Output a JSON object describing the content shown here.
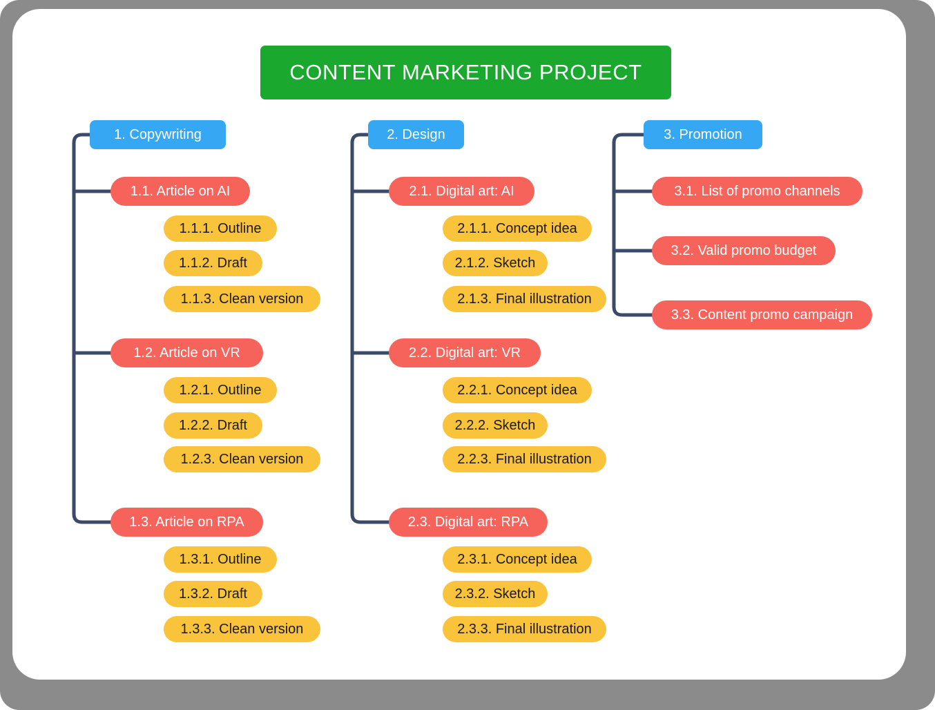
{
  "title": "CONTENT MARKETING PROJECT",
  "colors": {
    "root": "#1aa82e",
    "branch": "#36a7f2",
    "task": "#f6635a",
    "subtask": "#fac33c",
    "subtask_text": "#18191b",
    "connector": "#3b4a68",
    "canvas": "#ffffff",
    "frame": "#8b8b8b"
  },
  "branches": [
    {
      "label": "1. Copywriting",
      "tasks": [
        {
          "label": "1.1. Article on AI",
          "subtasks": [
            "1.1.1. Outline",
            "1.1.2. Draft",
            "1.1.3. Clean version"
          ]
        },
        {
          "label": "1.2. Article on VR",
          "subtasks": [
            "1.2.1. Outline",
            "1.2.2. Draft",
            "1.2.3. Clean version"
          ]
        },
        {
          "label": "1.3. Article on RPA",
          "subtasks": [
            "1.3.1. Outline",
            "1.3.2. Draft",
            "1.3.3. Clean version"
          ]
        }
      ]
    },
    {
      "label": "2. Design",
      "tasks": [
        {
          "label": "2.1. Digital art: AI",
          "subtasks": [
            "2.1.1. Concept idea",
            "2.1.2. Sketch",
            "2.1.3. Final illustration"
          ]
        },
        {
          "label": "2.2. Digital art: VR",
          "subtasks": [
            "2.2.1. Concept idea",
            "2.2.2. Sketch",
            "2.2.3. Final illustration"
          ]
        },
        {
          "label": "2.3. Digital art: RPA",
          "subtasks": [
            "2.3.1. Concept idea",
            "2.3.2. Sketch",
            "2.3.3. Final illustration"
          ]
        }
      ]
    },
    {
      "label": "3. Promotion",
      "tasks": [
        {
          "label": "3.1. List of promo channels",
          "subtasks": []
        },
        {
          "label": "3.2. Valid promo budget",
          "subtasks": []
        },
        {
          "label": "3.3. Content promo campaign",
          "subtasks": []
        }
      ]
    }
  ]
}
